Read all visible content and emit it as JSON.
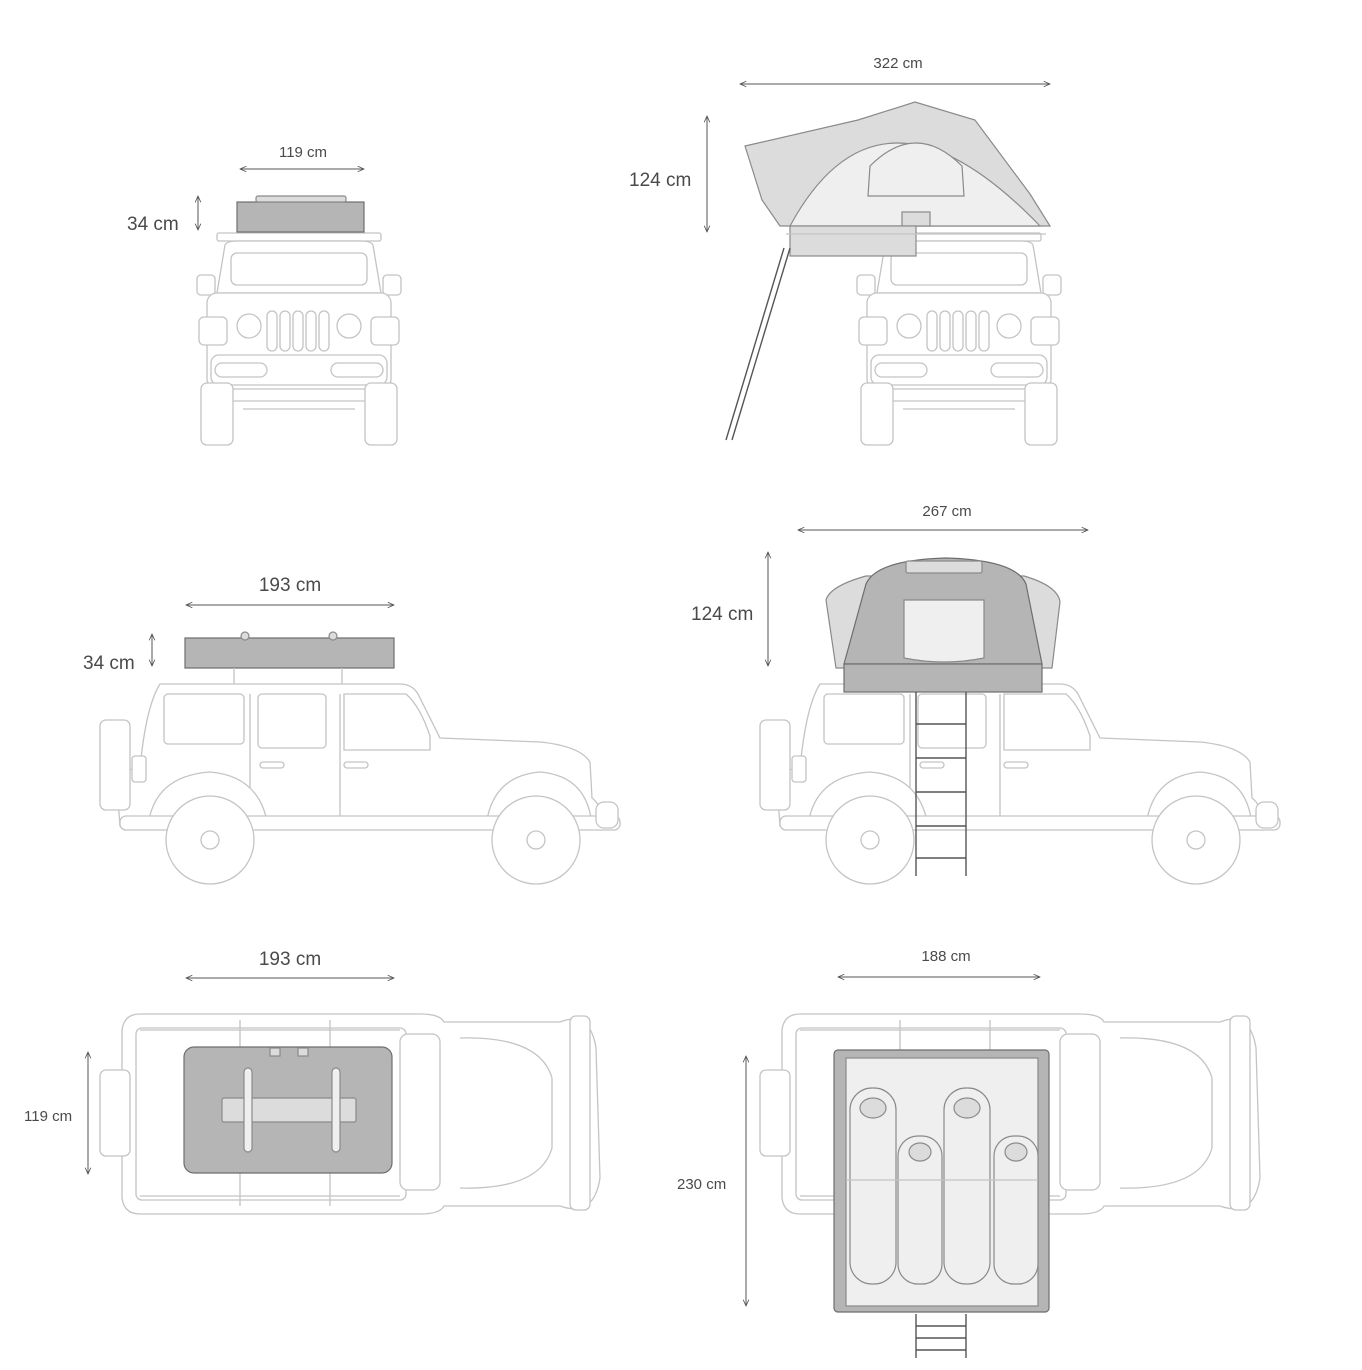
{
  "views": {
    "front_closed": {
      "width": "119 cm",
      "height": "34 cm"
    },
    "front_open": {
      "width": "322 cm",
      "height": "124 cm"
    },
    "side_closed": {
      "length": "193 cm",
      "height": "34 cm"
    },
    "side_open": {
      "length": "267 cm",
      "height": "124 cm"
    },
    "top_closed": {
      "length": "193 cm",
      "width": "119 cm"
    },
    "top_open": {
      "width": "188 cm",
      "length": "230 cm"
    }
  }
}
